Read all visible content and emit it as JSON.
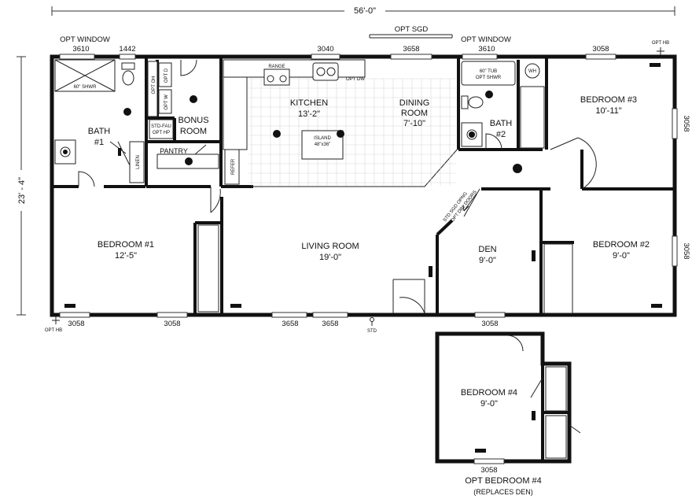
{
  "dimensions": {
    "overall_width": "56'-0\"",
    "overall_depth": "23' - 4\""
  },
  "rooms": {
    "kitchen": {
      "name": "KITCHEN",
      "size": "13'-2\""
    },
    "dining": {
      "name_line1": "DINING",
      "name_line2": "ROOM",
      "size": "7'-10\""
    },
    "bath1": {
      "name": "BATH",
      "num": "#1"
    },
    "bath2": {
      "name": "BATH",
      "num": "#2"
    },
    "bonus": {
      "name_line1": "BONUS",
      "name_line2": "ROOM"
    },
    "bedroom1": {
      "name": "BEDROOM #1",
      "size": "12'-5\""
    },
    "bedroom2": {
      "name": "BEDROOM #2",
      "size": "9'-0\""
    },
    "bedroom3": {
      "name": "BEDROOM #3",
      "size": "10'-11\""
    },
    "bedroom4": {
      "name": "BEDROOM #4",
      "size": "9'-0\""
    },
    "living": {
      "name": "LIVING ROOM",
      "size": "19'-0\""
    },
    "den": {
      "name": "DEN",
      "size": "9'-0\""
    }
  },
  "fixtures": {
    "shower1": "60\" SHWR",
    "tub2_line1": "60\" TUB",
    "tub2_line2": "OPT SHWR",
    "wh": "WH",
    "range": "RANGE",
    "opt_dw": "OPT DW",
    "island_line1": "ISLAND",
    "island_line2": "48\"x36\"",
    "opt_oh": "OPT OH",
    "opt_d": "OPT D",
    "opt_w": "OPT W",
    "std_fau_line1": "STD-FAU",
    "std_fau_line2": "OPT HP",
    "pantry": "PANTRY",
    "linen": "LINEN",
    "refer": "REFER",
    "sgd_line1": "STD SGD OPNG",
    "sgd_line2": "OPT DBL DOORS"
  },
  "windows": {
    "opt_window_left": "OPT WINDOW",
    "opt_window_right": "OPT WINDOW",
    "opt_sgd": "OPT SGD",
    "top_3610_left": "3610",
    "top_1442": "1442",
    "top_3040": "3040",
    "top_3658": "3658",
    "top_3610_right": "3610",
    "top_3058": "3058",
    "right_3058_upper": "3058",
    "right_3058_lower": "3058",
    "bottom_3058_a": "3058",
    "bottom_3058_b": "3058",
    "bottom_3658_a": "3658",
    "bottom_3658_b": "3658",
    "bottom_3058_c": "3058",
    "opt_room_3058": "3058"
  },
  "markers": {
    "opt_hb_top": "OPT HB",
    "opt_hb_bottom": "OPT HB",
    "std": "STD"
  },
  "options": {
    "opt_bedroom_title": "OPT BEDROOM #4",
    "opt_bedroom_note": "(REPLACES DEN)"
  }
}
